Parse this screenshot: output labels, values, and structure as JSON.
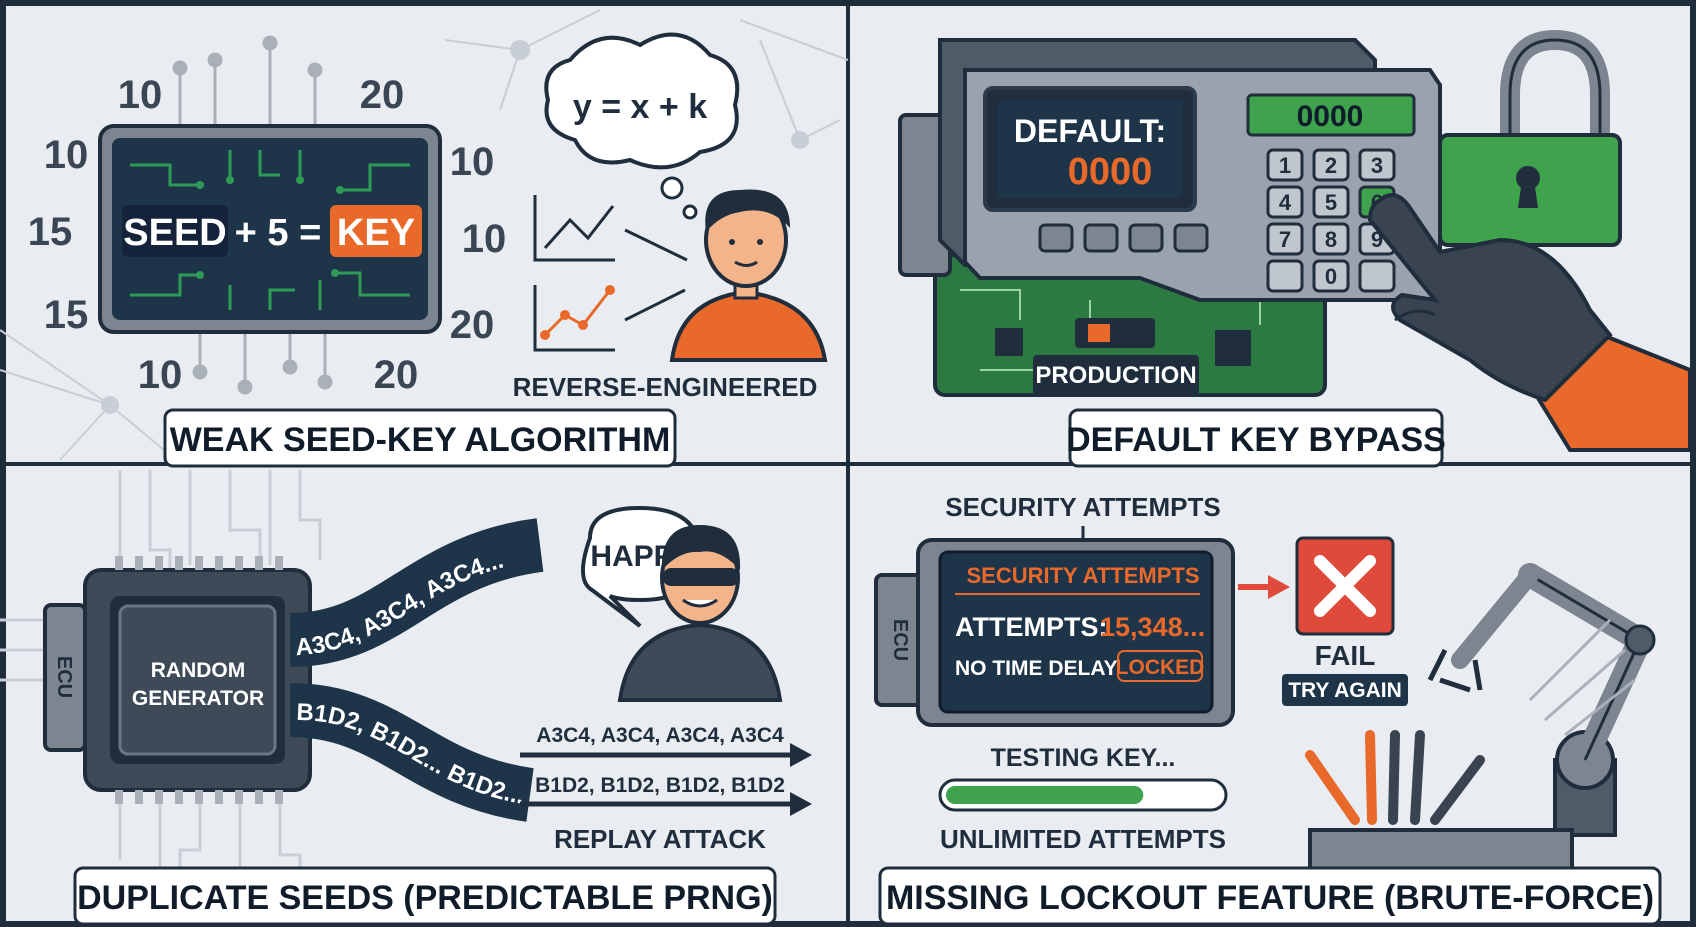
{
  "colors": {
    "navy": "#1f2d3d",
    "orange": "#e8692a",
    "green": "#3fa34d",
    "circuit_green": "#2f9a57",
    "panel_bg": "#e9edf1",
    "red": "#e04a3b",
    "gray": "#7c8590"
  },
  "panels": {
    "weak_seed_key": {
      "title": "WEAK SEED-KEY ALGORITHM",
      "seed": "SEED",
      "plus5": "+ 5 =",
      "key": "KEY",
      "formula": "y = x + k",
      "numbers": [
        "10",
        "20",
        "10",
        "10",
        "15",
        "10",
        "15",
        "20",
        "10",
        "20"
      ],
      "reverse_label": "REVERSE-ENGINEERED",
      "icons": [
        "chip-icon",
        "thought-bubble-icon",
        "line-chart-icon",
        "person-icon"
      ]
    },
    "default_key": {
      "title": "DEFAULT KEY BYPASS",
      "screen_label": "DEFAULT:",
      "screen_value": "0000",
      "display_value": "0000",
      "keypad": [
        "1",
        "2",
        "3",
        "4",
        "5",
        "6",
        "7",
        "8",
        "9",
        "0"
      ],
      "switch_label": "PRODUCTION",
      "icons": [
        "keypad-device-icon",
        "padlock-icon",
        "gloved-hand-icon"
      ]
    },
    "duplicate_seeds": {
      "title": "DUPLICATE SEEDS (PREDICTABLE PRNG)",
      "ecu_label": "ECU",
      "chip_line1": "RANDOM",
      "chip_line2": "GENERATOR",
      "stream1": "A3C4, A3C4, A3C4...",
      "stream2": "B1D2, B1D2... B1D2...",
      "speech": "HAPPY",
      "replay_line1": "A3C4, A3C4, A3C4, A3C4",
      "replay_line2": "B1D2, B1D2, B1D2, B1D2",
      "replay_label": "REPLAY ATTACK",
      "icons": [
        "chip-icon",
        "hacker-icon",
        "arrow-icon"
      ]
    },
    "missing_lockout": {
      "title": "MISSING LOCKOUT FEATURE (BRUTE-FORCE)",
      "top_label": "SECURITY ATTEMPTS",
      "ecu_label": "ECU",
      "screen_header": "SECURITY ATTEMPTS",
      "attempts_label": "ATTEMPTS:",
      "attempts_value": "15,348...",
      "no_delay": "NO TIME DELAY",
      "locked": "LOCKED",
      "fail": "FAIL",
      "try_again": "TRY AGAIN",
      "testing": "TESTING KEY...",
      "progress": 0.72,
      "unlimited": "UNLIMITED ATTEMPTS",
      "icons": [
        "close-icon",
        "robot-arm-icon",
        "probe-icon"
      ]
    }
  }
}
